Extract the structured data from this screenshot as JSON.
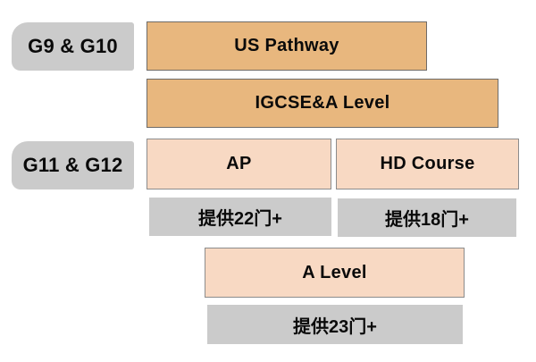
{
  "colors": {
    "orange_fill": "#E8B77E",
    "orange_border": "#6F6B68",
    "peach_fill": "#F8D9C3",
    "peach_border": "#8C8C8C",
    "gray_fill": "#CBCBCB",
    "text": "#0A0A0A",
    "background": "#FFFFFF"
  },
  "diagram": {
    "grade_labels": [
      {
        "label": "G9 & G10"
      },
      {
        "label": "G11 & G12"
      }
    ],
    "courses": {
      "us_pathway": {
        "label": "US Pathway"
      },
      "igcse_a_level": {
        "label": "IGCSE&A Level"
      },
      "ap": {
        "label": "AP",
        "count": "提供22门+"
      },
      "hd_course": {
        "label": "HD Course",
        "count": "提供18门+"
      },
      "a_level": {
        "label": "A Level",
        "count": "提供23门+"
      }
    }
  }
}
